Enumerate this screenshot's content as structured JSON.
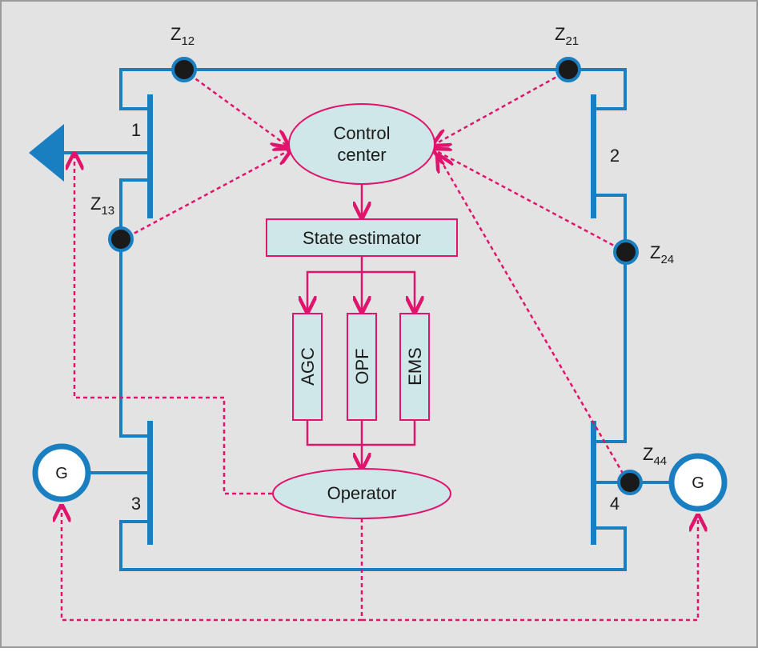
{
  "diagram": {
    "colors": {
      "background": "#e3e3e3",
      "frame": "#9a9a9a",
      "bus": "#1a7fc1",
      "arrow": "#e0146c",
      "box_fill": "#cfe7e8",
      "meter": "#1a1a1a",
      "generator_fill": "#ffffff"
    },
    "meters": [
      {
        "id": "z12",
        "main": "Z",
        "sub": "12"
      },
      {
        "id": "z21",
        "main": "Z",
        "sub": "21"
      },
      {
        "id": "z13",
        "main": "Z",
        "sub": "13"
      },
      {
        "id": "z24",
        "main": "Z",
        "sub": "24"
      },
      {
        "id": "z44",
        "main": "Z",
        "sub": "44"
      }
    ],
    "buses": [
      {
        "id": "bus1",
        "label": "1"
      },
      {
        "id": "bus2",
        "label": "2"
      },
      {
        "id": "bus3",
        "label": "3"
      },
      {
        "id": "bus4",
        "label": "4"
      }
    ],
    "generators": [
      {
        "id": "gen3",
        "label": "G"
      },
      {
        "id": "gen4",
        "label": "G"
      }
    ],
    "control_center": {
      "line1": "Control",
      "line2": "center"
    },
    "state_estimator": "State estimator",
    "modules": [
      "AGC",
      "OPF",
      "EMS"
    ],
    "operator": "Operator",
    "load_icon": "load-triangle-icon"
  }
}
